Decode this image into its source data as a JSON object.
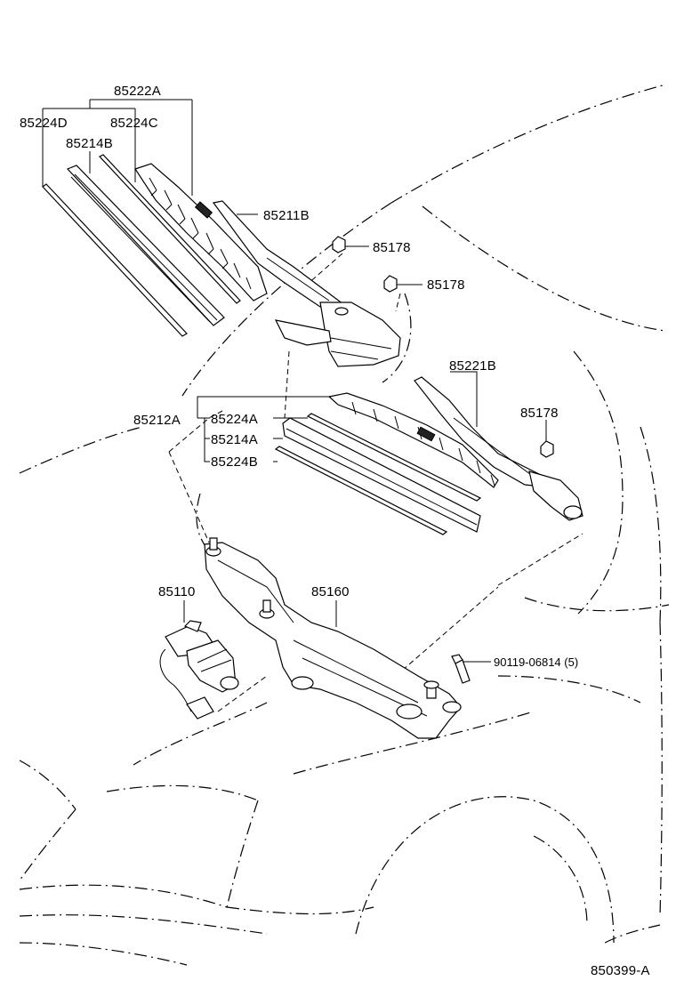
{
  "diagram": {
    "callouts": {
      "c85222A": "85222A",
      "c85224D": "85224D",
      "c85224C": "85224C",
      "c85214B": "85214B",
      "c85211B": "85211B",
      "c85178a": "85178",
      "c85178b": "85178",
      "c85221B": "85221B",
      "c85178c": "85178",
      "c85212A": "85212A",
      "c85224A": "85224A",
      "c85214A": "85214A",
      "c85224B": "85224B",
      "c85110": "85110",
      "c85160": "85160",
      "c90119": "90119-06814 (5)"
    },
    "drawing_number": "850399-A"
  }
}
